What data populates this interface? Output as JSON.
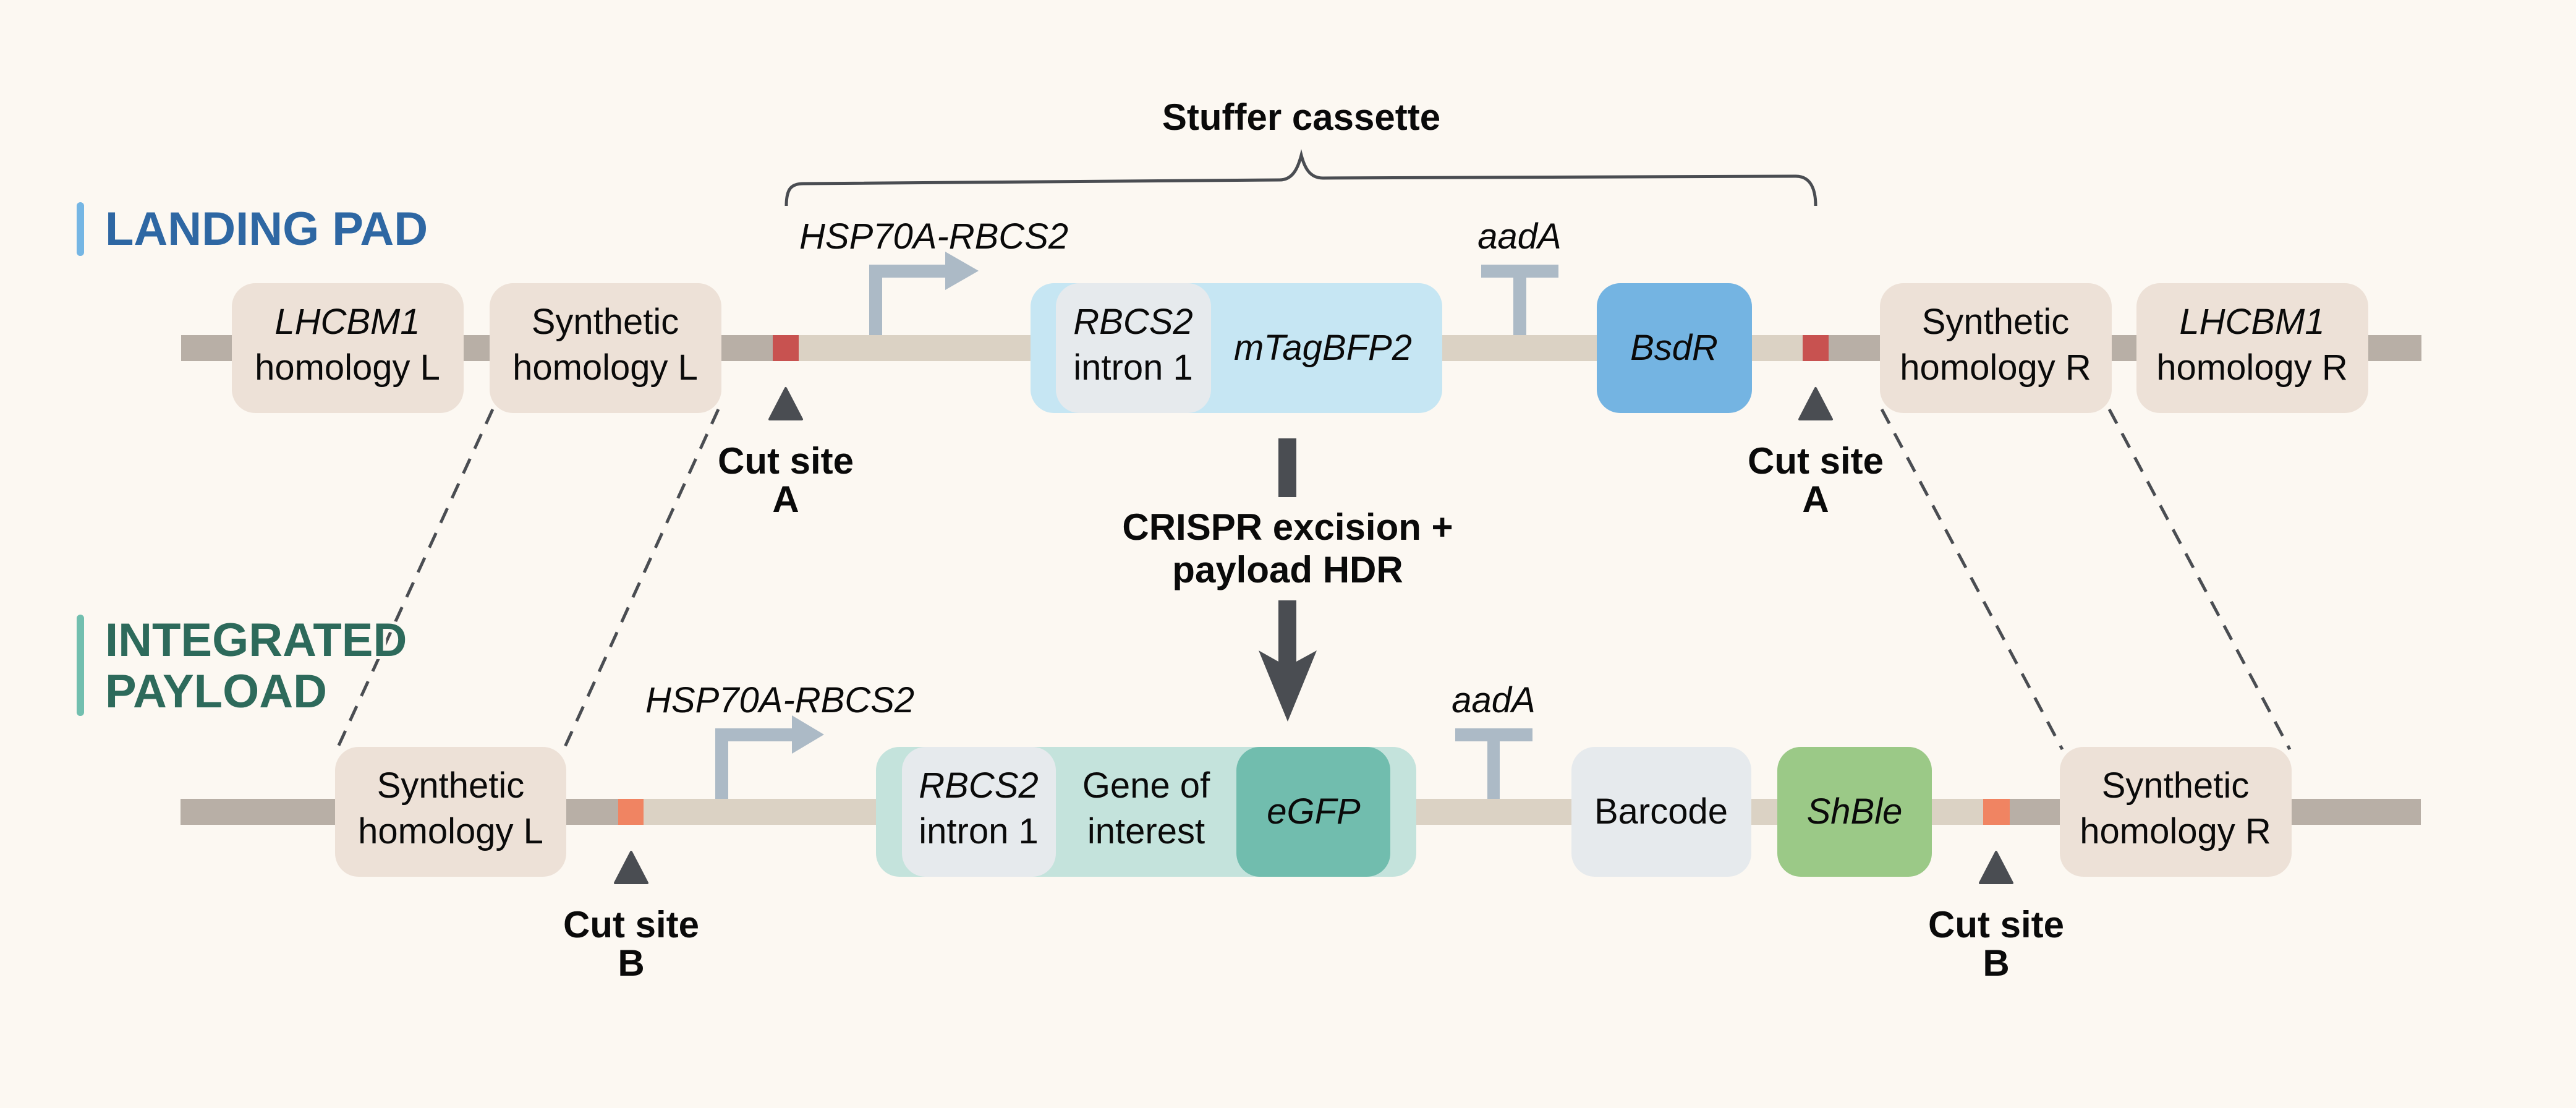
{
  "colors": {
    "background": "#fcf8f2",
    "landing_pad_title": "#2e67a3",
    "landing_pad_accent": "#75b6e4",
    "integrated_title": "#2d6a5b",
    "integrated_accent": "#72bfaf",
    "backbone_outer": "#b8afa6",
    "backbone_inner": "#dbd2c4",
    "homology_box": "#ede1d7",
    "cut_site_A": "#c85250",
    "cut_site_B": "#f08462",
    "regulatory_element": "#acbac6",
    "mtagbfp2_block": "#c6e6f3",
    "intron_block": "#e6eaed",
    "bsdr_block": "#74b4e2",
    "payload_block": "#c4e3dc",
    "egfp_block": "#71bdae",
    "barcode_block": "#e6eaed",
    "shble_block": "#9bc987",
    "arrow_dark": "#4a4d52"
  },
  "stuffer": {
    "title": "Stuffer cassette"
  },
  "landing_pad": {
    "title": "LANDING PAD",
    "promoter": "HSP70A-RBCS2",
    "terminator": "aadA",
    "lhcbm1_left": {
      "line1": "LHCBM1",
      "line2": "homology L"
    },
    "synthetic_left": {
      "line1": "Synthetic",
      "line2": "homology L"
    },
    "intron": {
      "line1": "RBCS2",
      "line2": "intron 1"
    },
    "reporter": "mTagBFP2",
    "selection": "BsdR",
    "synthetic_right": {
      "line1": "Synthetic",
      "line2": "homology R"
    },
    "lhcbm1_right": {
      "line1": "LHCBM1",
      "line2": "homology R"
    },
    "cut_left": {
      "label": "Cut site",
      "letter": "A"
    },
    "cut_right": {
      "label": "Cut site",
      "letter": "A"
    }
  },
  "process": {
    "line1": "CRISPR excision +",
    "line2": "payload HDR"
  },
  "integrated": {
    "title_line1": "INTEGRATED",
    "title_line2": "PAYLOAD",
    "promoter": "HSP70A-RBCS2",
    "terminator": "aadA",
    "synthetic_left": {
      "line1": "Synthetic",
      "line2": "homology L"
    },
    "intron": {
      "line1": "RBCS2",
      "line2": "intron 1"
    },
    "gene": {
      "line1": "Gene of",
      "line2": "interest"
    },
    "reporter": "eGFP",
    "barcode": "Barcode",
    "selection": "ShBle",
    "synthetic_right": {
      "line1": "Synthetic",
      "line2": "homology R"
    },
    "cut_left": {
      "label": "Cut site",
      "letter": "B"
    },
    "cut_right": {
      "label": "Cut site",
      "letter": "B"
    }
  }
}
